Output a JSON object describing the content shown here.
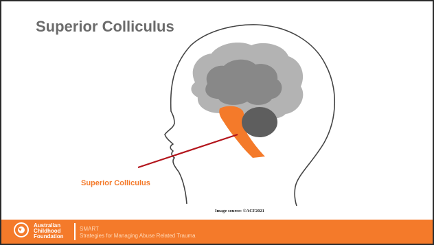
{
  "slide": {
    "title": "Superior Colliculus",
    "label": "Superior Colliculus",
    "image_credit": "Image source: ©ACF2021"
  },
  "footer": {
    "org_line1": "Australian",
    "org_line2": "Childhood",
    "org_line3": "Foundation",
    "program_name": "SMART",
    "program_tagline": "Strategies for Managing Abuse Related Trauma"
  },
  "colors": {
    "accent": "#f47a2a",
    "title_gray": "#6b6b6b",
    "pointer_line": "#b3141b",
    "cerebrum_outer": "#b3b3b3",
    "cerebrum_inner": "#888888",
    "cerebellum": "#5e5e5e",
    "brainstem": "#f47a2a"
  },
  "icons": {
    "logo": "heart-circle-icon"
  }
}
